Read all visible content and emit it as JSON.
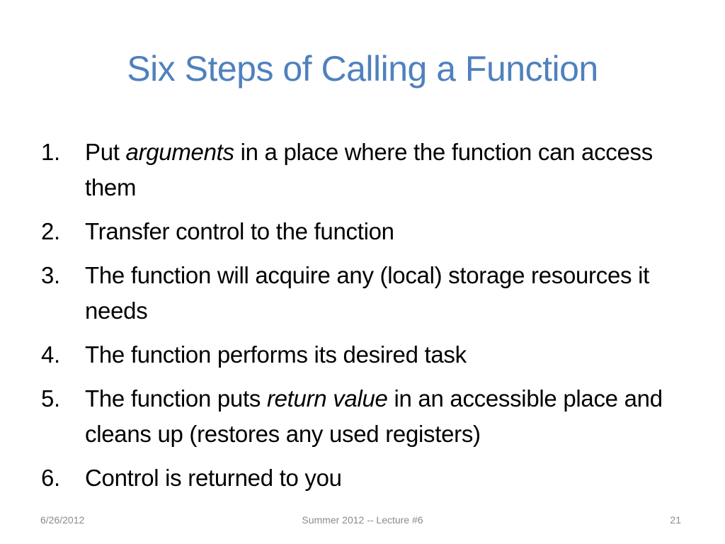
{
  "slide": {
    "title": "Six Steps of Calling a Function",
    "steps": [
      {
        "num": "1.",
        "before": "Put ",
        "emph": "arguments",
        "after": " in a place where the function can access them"
      },
      {
        "num": "2.",
        "before": "Transfer control to the function",
        "emph": "",
        "after": ""
      },
      {
        "num": "3.",
        "before": "The function will acquire any (local) storage resources it needs",
        "emph": "",
        "after": ""
      },
      {
        "num": "4.",
        "before": "The function performs its desired task",
        "emph": "",
        "after": ""
      },
      {
        "num": "5.",
        "before": "The function puts ",
        "emph": "return value",
        "after": " in an accessible place and cleans up (restores any used registers)"
      },
      {
        "num": "6.",
        "before": "Control is returned to you",
        "emph": "",
        "after": ""
      }
    ],
    "footer": {
      "date": "6/26/2012",
      "center": "Summer 2012 -- Lecture #6",
      "page": "21"
    },
    "colors": {
      "title": "#4f81bd",
      "body": "#000000",
      "footer": "#8a8a8a"
    }
  }
}
